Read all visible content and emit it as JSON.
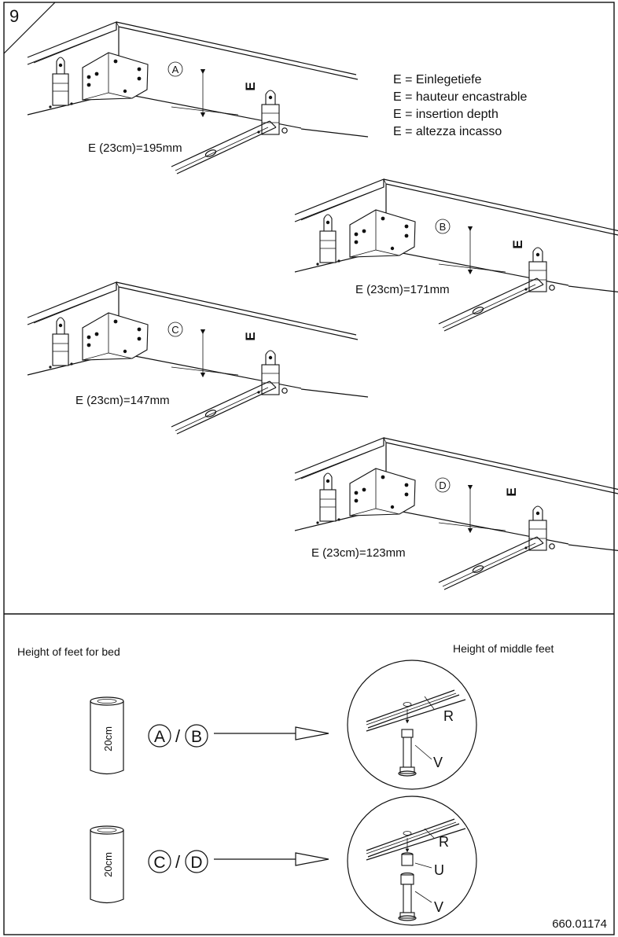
{
  "step_number": "9",
  "legend": [
    "E = Einlegetiefe",
    "E = hauteur encastrable",
    "E = insertion depth",
    "E = altezza incasso"
  ],
  "dimension_symbol": "E",
  "panels": [
    {
      "id": "A",
      "measurement": "E (23cm)=195mm"
    },
    {
      "id": "B",
      "measurement": "E (23cm)=171mm"
    },
    {
      "id": "C",
      "measurement": "E (23cm)=147mm"
    },
    {
      "id": "D",
      "measurement": "E (23cm)=123mm"
    }
  ],
  "feet_section": {
    "left_title": "Height of feet for bed",
    "right_title": "Height of middle feet",
    "rows": [
      {
        "foot_label": "20cm",
        "letter_1": "A",
        "separator": "/",
        "letter_2": "B",
        "detail_labels": [
          "R",
          "V"
        ]
      },
      {
        "foot_label": "20cm",
        "letter_1": "C",
        "separator": "/",
        "letter_2": "D",
        "detail_labels": [
          "R",
          "U",
          "V"
        ]
      }
    ]
  },
  "document_code": "660.01174"
}
